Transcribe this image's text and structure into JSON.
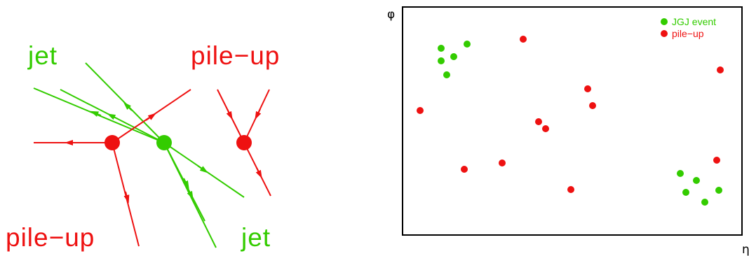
{
  "colors": {
    "jet": "#33cc00",
    "pileup": "#ee1111",
    "frame": "#000000"
  },
  "left_diagram": {
    "labels": {
      "jet_top": "jet",
      "pileup_top": "pile−up",
      "pileup_bottom": "pile−up",
      "jet_bottom": "jet"
    }
  },
  "right_plot": {
    "y_axis_label": "φ",
    "x_axis_label": "η",
    "legend": {
      "jgj": "JGJ event",
      "pileup": "pile−up"
    }
  }
}
